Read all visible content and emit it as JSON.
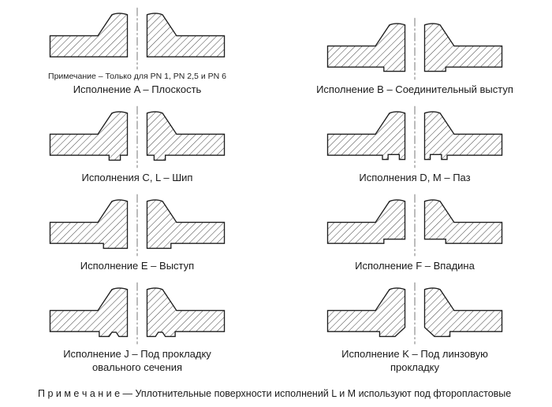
{
  "figures": [
    {
      "id": "A",
      "caption": "Исполнение A – Плоскость",
      "note": "Примечание – Только для PN 1, PN 2,5 и PN 6"
    },
    {
      "id": "B",
      "caption": "Исполнение B – Соединительный выступ"
    },
    {
      "id": "CL",
      "caption": "Исполнения C, L – Шип"
    },
    {
      "id": "DM",
      "caption": "Исполнения D, M – Паз"
    },
    {
      "id": "E",
      "caption": "Исполнение E – Выступ"
    },
    {
      "id": "F",
      "caption": "Исполнение F – Впадина"
    },
    {
      "id": "J",
      "caption": "Исполнение J – Под прокладку овального сечения"
    },
    {
      "id": "K",
      "caption": "Исполнение K – Под линзовую прокладку"
    }
  ],
  "footnote": "П р и м е ч а н и е  —  Уплотнительные поверхности исполнений L и M используют под фторопластовые прокладки.",
  "colors": {
    "line": "#1e1e1e",
    "hatch": "#2b2b2b",
    "centerline": "#444444",
    "background": "#ffffff"
  }
}
